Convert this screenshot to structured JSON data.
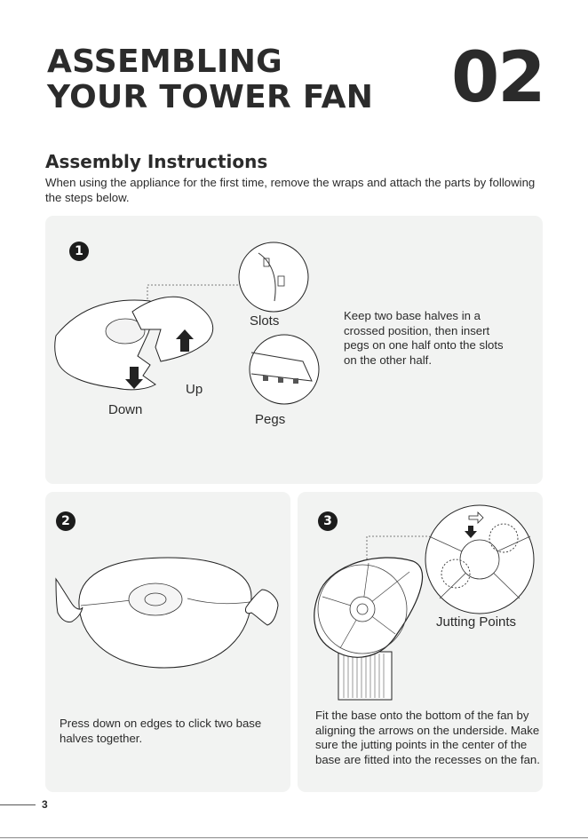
{
  "header": {
    "title_line1": "ASSEMBLING",
    "title_line2": "YOUR TOWER FAN",
    "chapter_number": "02"
  },
  "section": {
    "title": "Assembly Instructions",
    "intro": "When using the appliance for the first time, remove the wraps and attach the parts by following the steps below."
  },
  "steps": [
    {
      "number": "1",
      "labels": {
        "slots": "Slots",
        "pegs": "Pegs",
        "up": "Up",
        "down": "Down"
      },
      "text": "Keep two base halves in a crossed position, then insert pegs on one half onto the slots on the other half."
    },
    {
      "number": "2",
      "text": "Press down on edges to click two base halves together."
    },
    {
      "number": "3",
      "labels": {
        "jutting_points": "Jutting Points"
      },
      "text": "Fit the base onto the bottom of the fan by aligning the arrows on the underside. Make sure the jutting points in the center of the base are fitted into the recesses on the fan."
    }
  ],
  "footer": {
    "page_number": "3"
  }
}
